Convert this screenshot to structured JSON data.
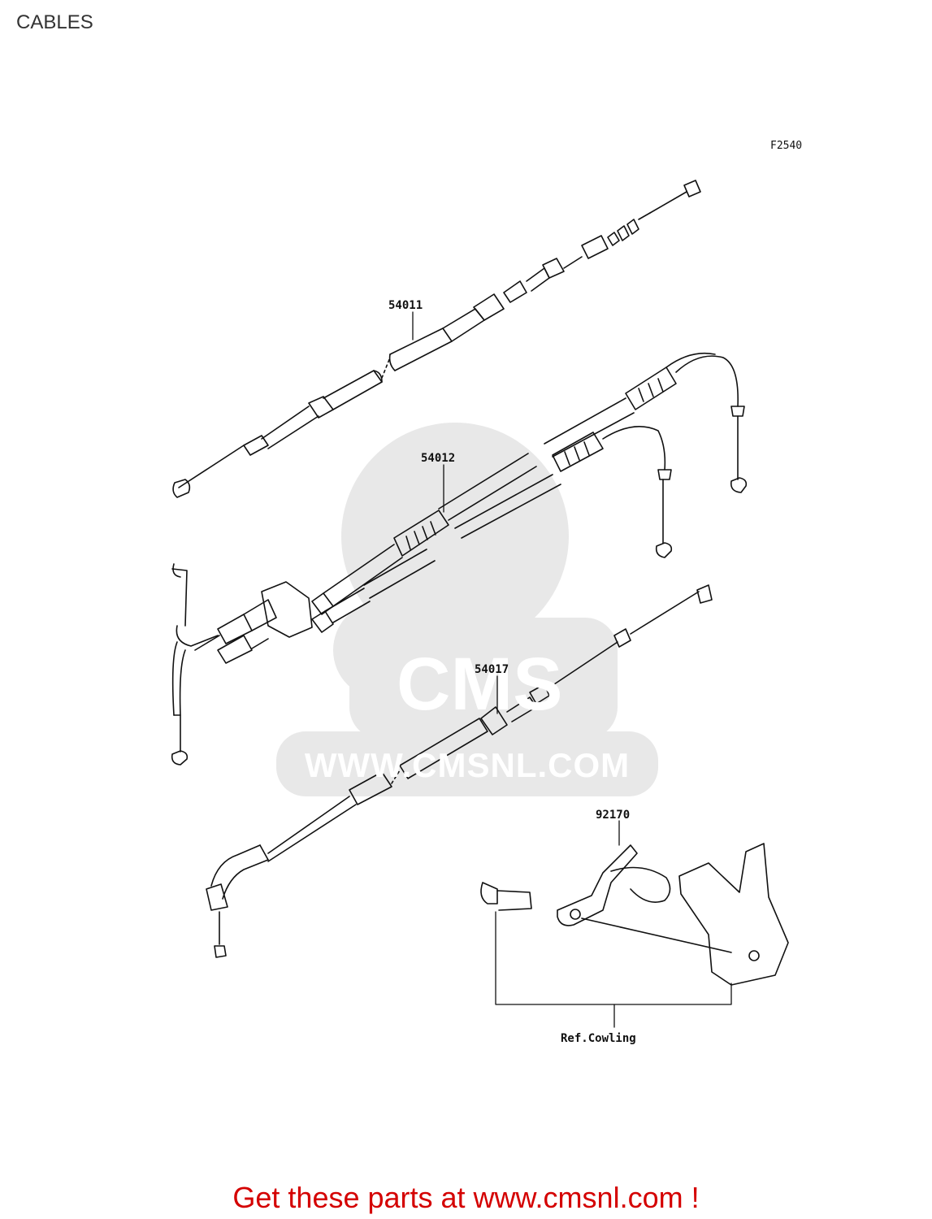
{
  "header": {
    "title": "CABLES"
  },
  "figure": {
    "code": "F2540"
  },
  "parts": [
    {
      "id": "throttle-upper",
      "number": "54011"
    },
    {
      "id": "throttle-pair",
      "number": "54012"
    },
    {
      "id": "choke",
      "number": "54017"
    },
    {
      "id": "clamp",
      "number": "92170"
    }
  ],
  "reference": {
    "label": "Ref.Cowling"
  },
  "watermark": {
    "brand": "CMS",
    "url": "WWW.CMSNL.COM"
  },
  "footer": {
    "cta": "Get these parts at www.cmsnl.com !"
  },
  "colors": {
    "cta": "#d40000",
    "watermark": "#e8e8e8",
    "line": "#111111"
  }
}
